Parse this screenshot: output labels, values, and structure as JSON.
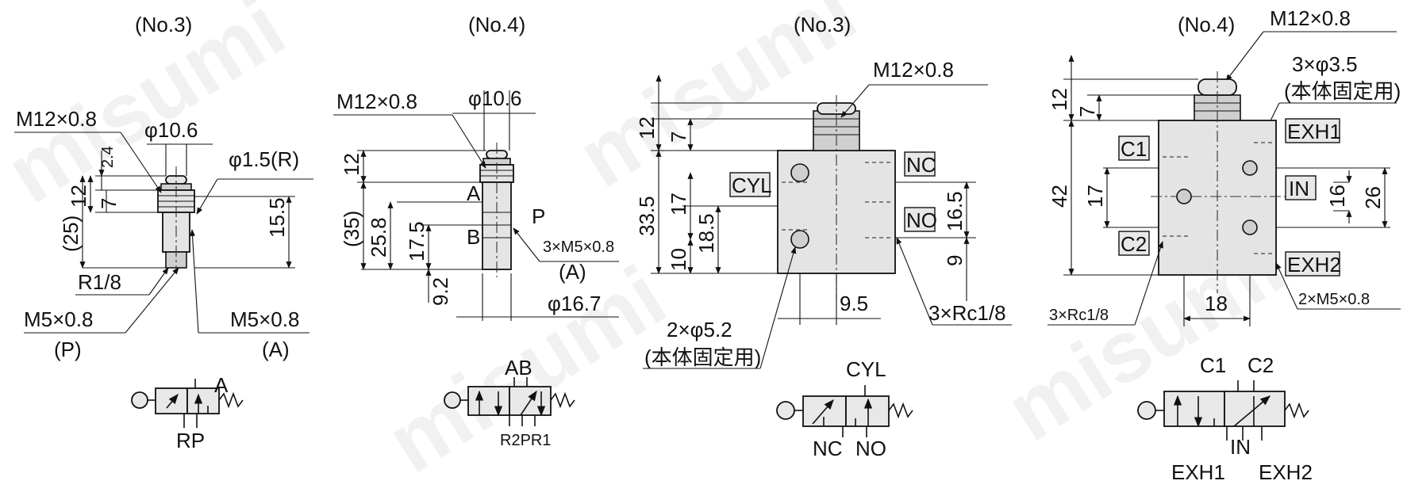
{
  "watermark": "misumi",
  "views": {
    "v1": {
      "title": "(No.3)",
      "thread_top": "M12×0.8",
      "dia_head": "φ10.6",
      "hole": "φ1.5(R)",
      "dim_24": "2.4",
      "dim_12": "12",
      "dim_7": "7",
      "dim_25": "(25)",
      "dim_155": "15.5",
      "port_r": "R1/8",
      "port_p": "M5×0.8",
      "port_p_sub": "(P)",
      "port_a": "M5×0.8",
      "port_a_sub": "(A)"
    },
    "v2": {
      "title": "(No.4)",
      "thread_top": "M12×0.8",
      "dia_head": "φ10.6",
      "dim_12": "12",
      "dim_35": "(35)",
      "dim_258": "25.8",
      "dim_175": "17.5",
      "dim_92": "9.2",
      "lbl_a": "A",
      "lbl_b": "B",
      "lbl_p": "P",
      "ports": "3×M5×0.8",
      "ports_sub": "(A)",
      "dia_body": "φ16.7"
    },
    "v3": {
      "title": "(No.3)",
      "thread_top": "M12×0.8",
      "dim_12": "12",
      "dim_7": "7",
      "dim_335": "33.5",
      "dim_17": "17",
      "dim_185": "18.5",
      "dim_10": "10",
      "dim_165": "16.5",
      "dim_9": "9",
      "dim_95": "9.5",
      "lbl_cyl": "CYL",
      "lbl_nc": "NC",
      "lbl_no": "NO",
      "holes": "2×φ5.2",
      "holes_sub": "(本体固定用)",
      "ports": "3×Rc1/8"
    },
    "v4": {
      "title": "(No.4)",
      "thread_top": "M12×0.8",
      "holes": "3×φ3.5",
      "holes_sub": "(本体固定用)",
      "dim_12": "12",
      "dim_7": "7",
      "dim_42": "42",
      "dim_17": "17",
      "dim_16": "16",
      "dim_26": "26",
      "dim_18": "18",
      "lbl_c1": "C1",
      "lbl_c2": "C2",
      "lbl_exh1": "EXH1",
      "lbl_in": "IN",
      "lbl_exh2": "EXH2",
      "ports": "3×Rc1/8",
      "ports_m5": "2×M5×0.8"
    }
  },
  "symbols": {
    "s1": {
      "top": "A",
      "bottom": "RP"
    },
    "s2": {
      "top": "AB",
      "bottom": "R2PR1"
    },
    "s3": {
      "top": "CYL",
      "bottom_left": "NC",
      "bottom_right": "NO"
    },
    "s4": {
      "top_left": "C1",
      "top_right": "C2",
      "mid": "IN",
      "bottom_left": "EXH1",
      "bottom_right": "EXH2"
    }
  }
}
